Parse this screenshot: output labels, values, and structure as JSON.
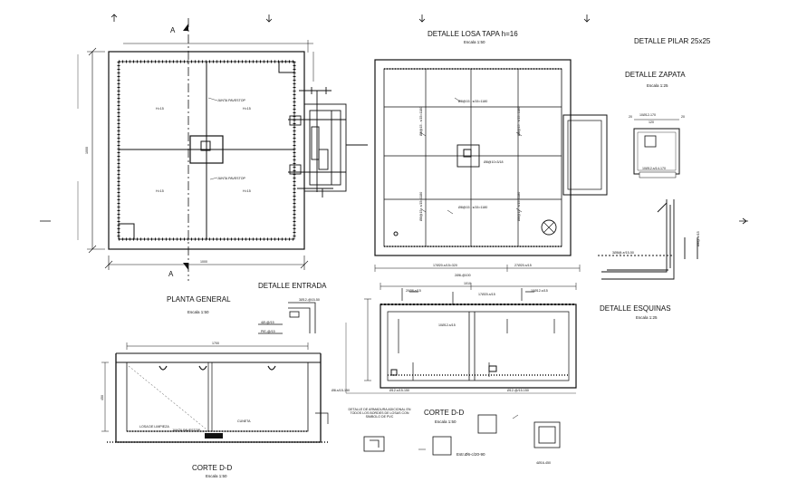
{
  "drawing": {
    "planta": {
      "title": "PLANTA GENERAL",
      "scale": "Escala 1:50",
      "section_mark": "A",
      "rooms": [
        "H=15",
        "H=15",
        "H=15",
        "H=15"
      ],
      "notes": [
        "JUNTA PAVESTOP",
        "JUNTA PAVESTOP"
      ],
      "dim_bottom": "1000",
      "dim_left": "1000"
    },
    "losa": {
      "title": "DETALLE LOSA TAPA h=16",
      "scale": "Escala 1:50",
      "bars": [
        "Ø8@15 - s/15=1180",
        "Ø8@15 - s/15=1180",
        "Ø8@10=3/18",
        "17Ø20-s/15=320",
        "27Ø20-s/15",
        "2Ø8-@100"
      ]
    },
    "pilar": {
      "title": "DETALLE PILAR 25x25"
    },
    "zapata": {
      "title": "DETALLE ZAPATA",
      "scale": "Escala 1:25",
      "labels": [
        "20",
        "10Ø12-170",
        "120",
        "20",
        "10Ø12-s/14-170"
      ]
    },
    "entrada": {
      "title": "DETALLE ENTRADA",
      "labels": [
        "3Ø12-@15-50",
        "4Ø-@/15",
        "PIE-@/15"
      ]
    },
    "esquinas": {
      "title": "DETALLE ESQUINAS",
      "scale": "Escala 1:25",
      "labels": [
        "3Ø8@-e/15-50",
        "Ø8@-e/15"
      ]
    },
    "corte_dd_left": {
      "title": "CORTE D-D",
      "scale": "Escala 1:50",
      "top_dim": "1700",
      "side_dim": "450",
      "labels": [
        "LOSA DE LIMPIEZA",
        "JUNTA PAVESTOP",
        "CUNETA"
      ]
    },
    "corte_dd_center": {
      "title": "CORTE D-D",
      "scale": "Escala 1:50",
      "top_dim": "1010",
      "labels": [
        "20Ø8-s/15",
        "17Ø20-s/15",
        "10Ø12-s/15",
        "10Ø12-s/15",
        "Ø12-@/15-150",
        "Ø8-s/15-150",
        "Ø12-s/15-150"
      ],
      "note": "DETALLE DE ARMADURA ADICIONAL EN TODOS LOS BORDES DE LOSAS CON SIMBOLO DE PVC",
      "estr": "Estr.Ø6-c/20-90",
      "tag": "4Ø16-450"
    }
  }
}
